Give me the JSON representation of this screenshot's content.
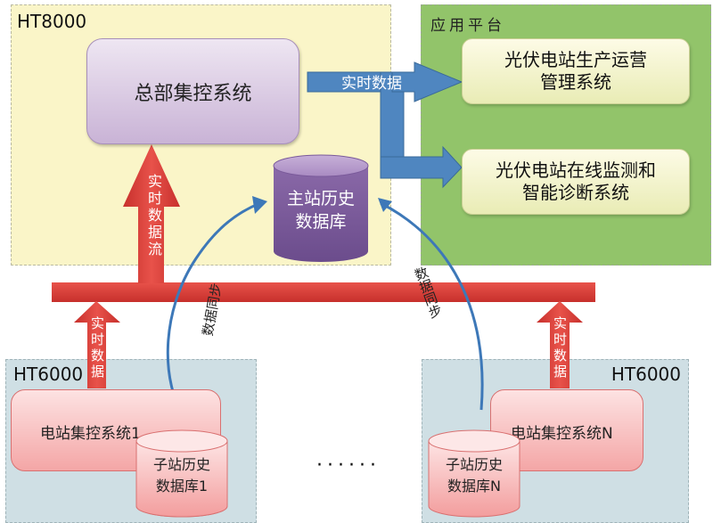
{
  "zones": {
    "ht8000": {
      "title": "HT8000"
    },
    "app_platform": {
      "title": "应用平台"
    },
    "ht6000_left": {
      "title": "HT6000"
    },
    "ht6000_right": {
      "title": "HT6000"
    }
  },
  "nodes": {
    "hq_control": "总部集控系统",
    "master_db": {
      "line1": "主站历史",
      "line2": "数据库"
    },
    "app_ops": {
      "line1": "光伏电站生产运营",
      "line2": "管理系统"
    },
    "app_monitor": {
      "line1": "光伏电站在线监测和",
      "line2": "智能诊断系统"
    },
    "station1": "电站集控系统1",
    "substation_db1": {
      "line1": "子站历史",
      "line2": "数据库1"
    },
    "stationN": "电站集控系统N",
    "substation_dbN": {
      "line1": "子站历史",
      "line2": "数据库N"
    }
  },
  "edges": {
    "realtime_to_apps": "实时数据",
    "realtime_stream_up": "实时数据流",
    "realtime_station1": "实时数据",
    "realtime_stationN": "实时数据",
    "sync_left": "数据同步",
    "sync_right": "数据同步"
  },
  "ellipsis": "······",
  "colors": {
    "ht8000_bg": "#faf5c8",
    "app_bg": "#92c46a",
    "ht6000_bg": "#cfdfe4",
    "bus_red": "#d9403a",
    "flow_blue": "#4f86c0",
    "db_purple": "#7a5a9a",
    "station_pink": "#f4a6a6"
  }
}
